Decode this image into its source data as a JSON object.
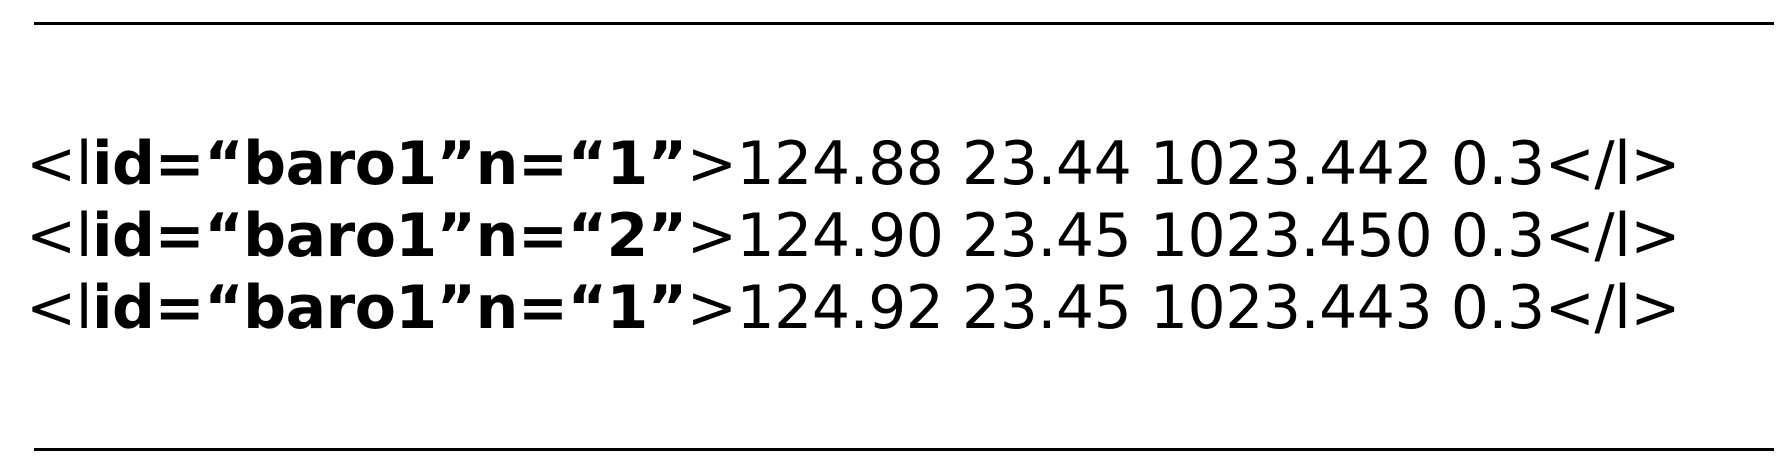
{
  "lines": [
    {
      "open_lt": "<",
      "tag": "l",
      "id_attr": "id=“baro1”",
      "n_attr": "n=“1”",
      "open_gt": ">",
      "values": "124.88 23.44 1023.442 0.3",
      "close": "</l>"
    },
    {
      "open_lt": "<",
      "tag": "l",
      "id_attr": "id=“baro1”",
      "n_attr": "n=“2”",
      "open_gt": ">",
      "values": "124.90 23.45 1023.450 0.3",
      "close": "</l>"
    },
    {
      "open_lt": "<",
      "tag": "l",
      "id_attr": "id=“baro1”",
      "n_attr": "n=“1”",
      "open_gt": ">",
      "values": "124.92 23.45 1023.443 0.3",
      "close": "</l>"
    }
  ]
}
